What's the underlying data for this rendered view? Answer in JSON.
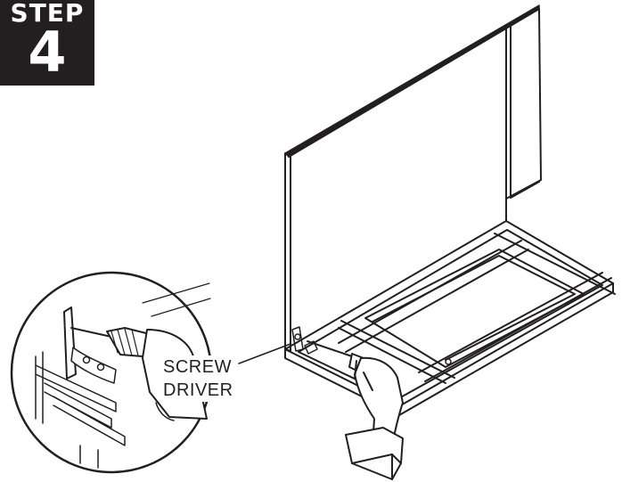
{
  "step": {
    "word": "STEP",
    "number": "4"
  },
  "callout": {
    "line1": "SCREW",
    "line2": "DRIVER"
  },
  "colors": {
    "ink": "#231f20",
    "paper": "#ffffff"
  },
  "icons": [
    "screwdriver-drill-icon"
  ]
}
